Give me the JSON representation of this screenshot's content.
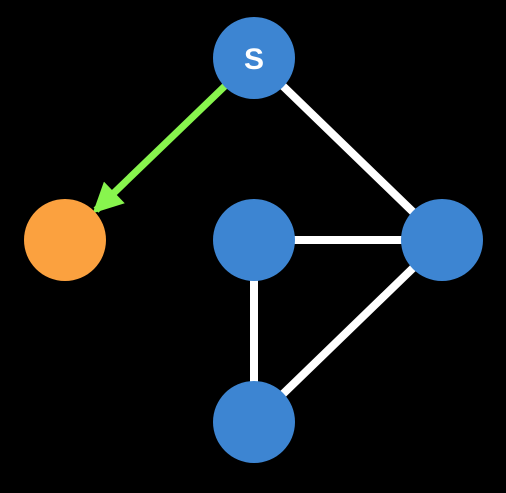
{
  "graph": {
    "background": "#000000",
    "node_colors": {
      "default": "#3d85d2",
      "highlight": "#fba13f"
    },
    "edge_colors": {
      "default": "#ffffff",
      "highlight": "#88f54e"
    },
    "nodes": [
      {
        "id": "s",
        "label": "S",
        "state": "default"
      },
      {
        "id": "left",
        "label": "",
        "state": "highlight"
      },
      {
        "id": "middle",
        "label": "",
        "state": "default"
      },
      {
        "id": "right",
        "label": "",
        "state": "default"
      },
      {
        "id": "bottom",
        "label": "",
        "state": "default"
      }
    ],
    "edges": [
      {
        "from": "s",
        "to": "left",
        "directed": true,
        "state": "highlight"
      },
      {
        "from": "s",
        "to": "right",
        "directed": false,
        "state": "default"
      },
      {
        "from": "middle",
        "to": "right",
        "directed": false,
        "state": "default"
      },
      {
        "from": "middle",
        "to": "bottom",
        "directed": false,
        "state": "default"
      },
      {
        "from": "right",
        "to": "bottom",
        "directed": false,
        "state": "default"
      }
    ]
  }
}
